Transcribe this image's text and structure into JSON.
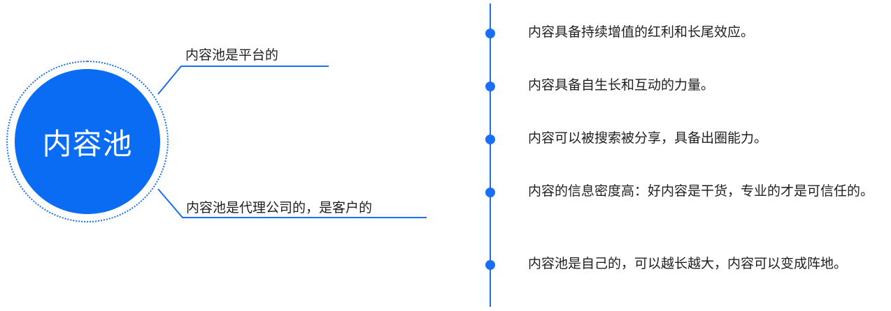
{
  "center": {
    "title": "内容池",
    "color": "#0a6cf2"
  },
  "branches": [
    {
      "label": "内容池是平台的"
    },
    {
      "label": "内容池是代理公司的，是客户的"
    }
  ],
  "timeline": {
    "accent": "#1a6ef5",
    "items": [
      {
        "text": "内容具备持续增值的红利和长尾效应。"
      },
      {
        "text": "内容具备自生长和互动的力量。"
      },
      {
        "text": "内容可以被搜索被分享，具备出圈能力。"
      },
      {
        "text": "内容的信息密度高：好内容是干货，专业的才是可信任的。"
      },
      {
        "text": "内容池是自己的，可以越长越大，内容可以变成阵地。"
      }
    ]
  }
}
